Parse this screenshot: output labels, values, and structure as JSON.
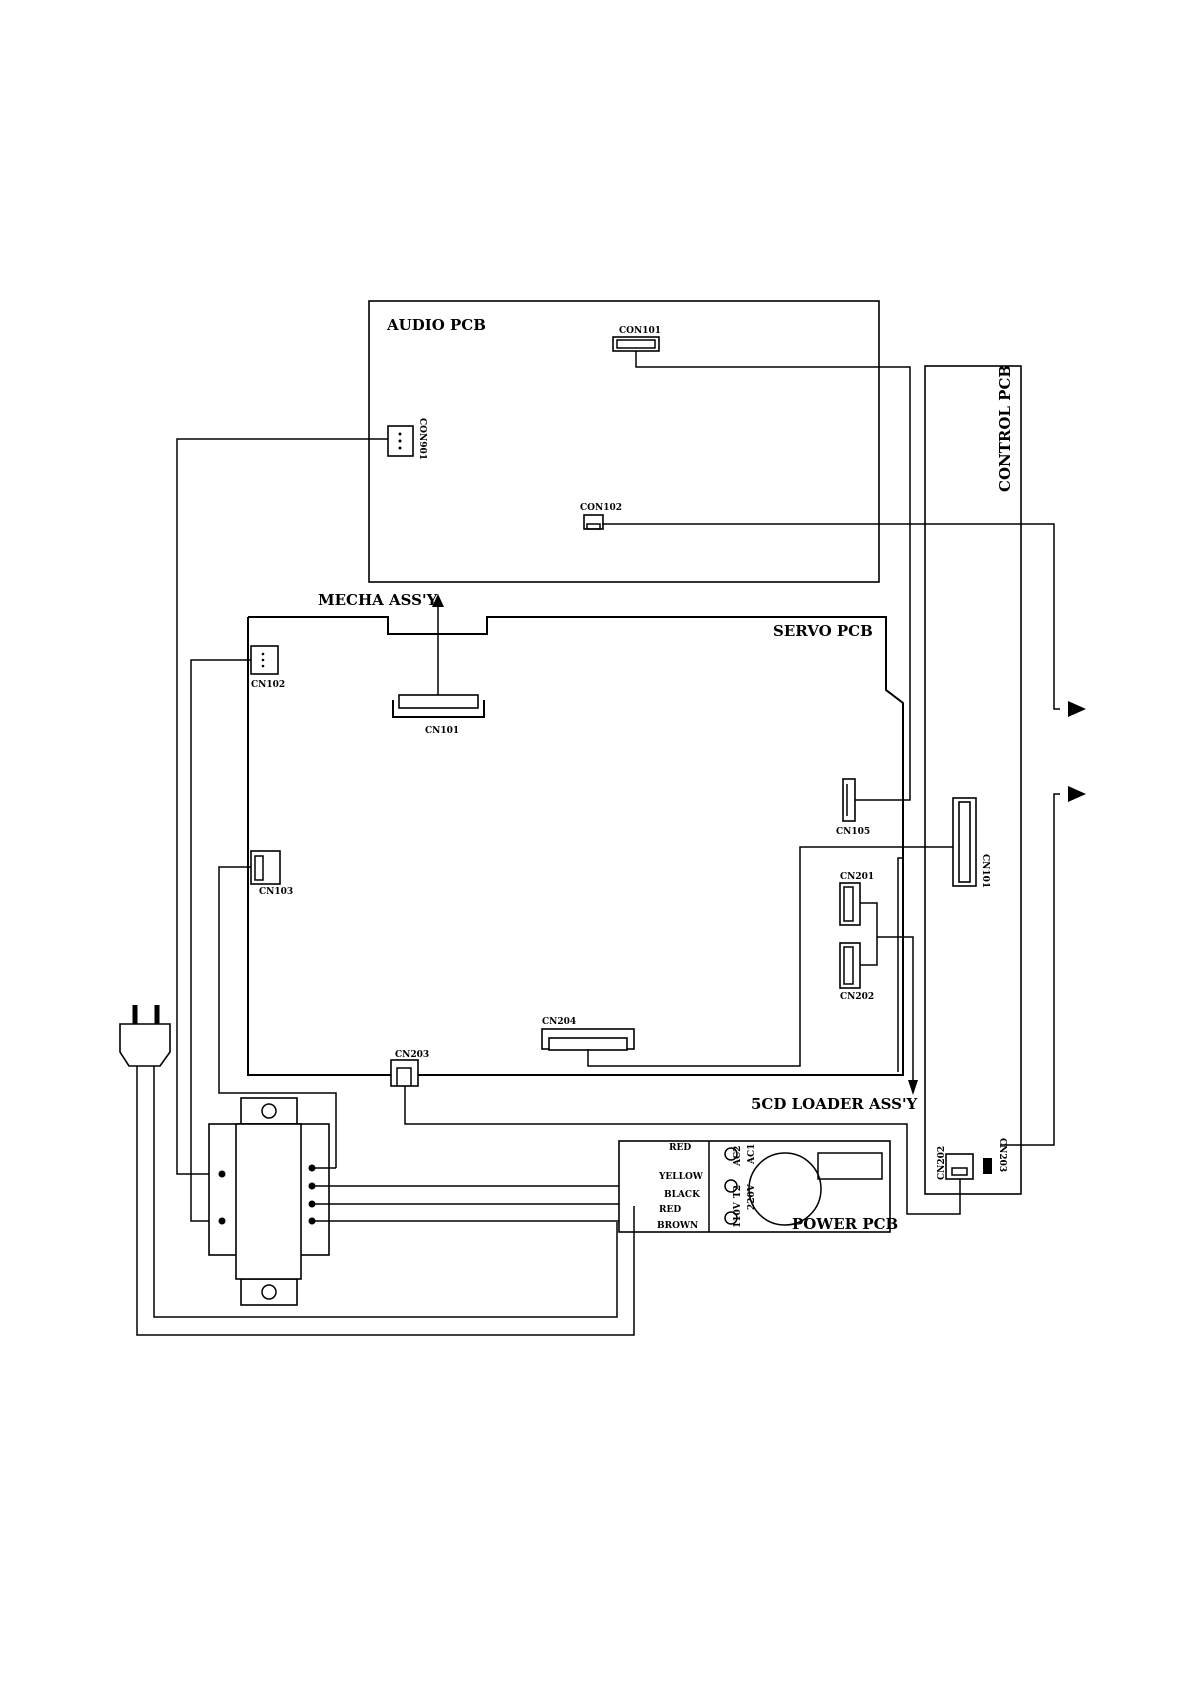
{
  "boards": {
    "audio": "AUDIO PCB",
    "servo": "SERVO PCB",
    "control": "CONTROL PCB",
    "power": "POWER PCB"
  },
  "assemblies": {
    "mecha": "MECHA ASS'Y",
    "loader": "5CD LOADER ASS'Y"
  },
  "connectors": {
    "audio_con101": "CON101",
    "audio_con901": "CON901",
    "audio_con102": "CON102",
    "servo_cn101": "CN101",
    "servo_cn102": "CN102",
    "servo_cn103": "CN103",
    "servo_cn105": "CN105",
    "servo_cn201": "CN201",
    "servo_cn202": "CN202",
    "servo_cn204": "CN204",
    "servo_cn203": "CN203",
    "control_cn101": "CN101",
    "control_cn202": "CN202",
    "control_cn203": "CN203"
  },
  "wires": {
    "red1": "RED",
    "yellow": "YELLOW",
    "black": "BLACK",
    "red2": "RED",
    "brown": "BROWN"
  },
  "power_terminals": {
    "ac2": "AC2",
    "ac1": "AC1",
    "t2": "T2",
    "v220": "220V",
    "v110": "110V"
  }
}
